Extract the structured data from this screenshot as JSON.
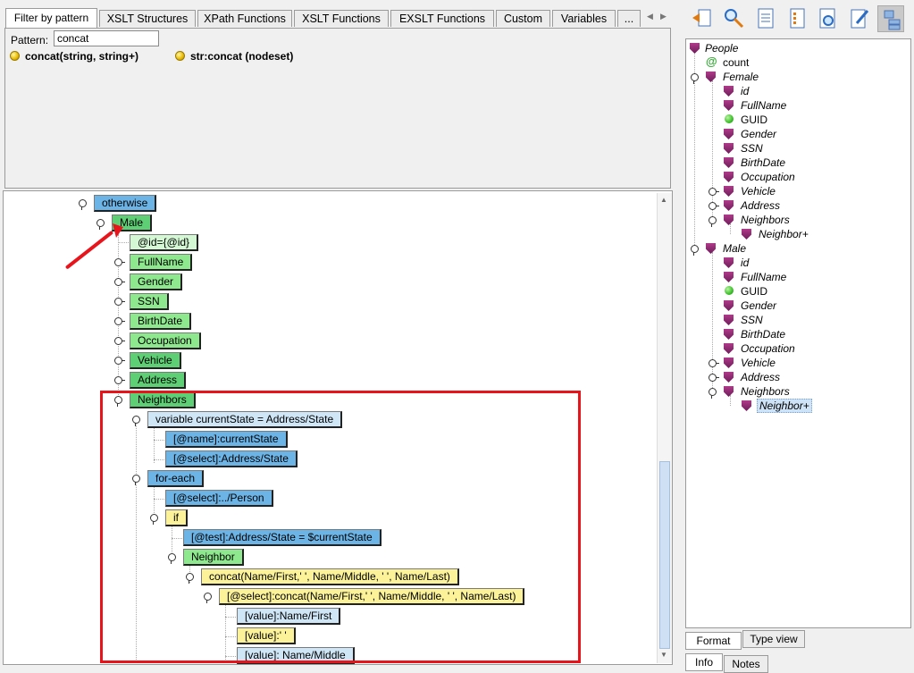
{
  "functions_panel": {
    "tabs": [
      "Filter by pattern",
      "XSLT Structures",
      "XPath Functions",
      "XSLT Functions",
      "EXSLT Functions",
      "Custom",
      "Variables",
      "..."
    ],
    "pattern_label": "Pattern:",
    "pattern_value": "concat",
    "results": [
      "concat(string, string+)",
      "str:concat (nodeset)"
    ]
  },
  "template_tree": {
    "nodes": {
      "otherwise": "otherwise",
      "male": "Male",
      "id_attr": "@id={@id}",
      "fullname": "FullName",
      "gender": "Gender",
      "ssn": "SSN",
      "birthdate": "BirthDate",
      "occupation": "Occupation",
      "vehicle": "Vehicle",
      "address": "Address",
      "neighbors": "Neighbors",
      "variable": "variable currentState = Address/State",
      "var_name": "[@name]:currentState",
      "var_select": "[@select]:Address/State",
      "foreach": "for-each",
      "foreach_select": "[@select]:../Person",
      "if": "if",
      "if_test": "[@test]:Address/State = $currentState",
      "neighbor": "Neighbor",
      "concat": "concat(Name/First,' ', Name/Middle, ' ', Name/Last)",
      "concat_select": "[@select]:concat(Name/First,' ', Name/Middle, ' ', Name/Last)",
      "value1": "[value]:Name/First",
      "value2": "[value]:' '",
      "value3": "[value]: Name/Middle"
    }
  },
  "schema_tree": {
    "people": "People",
    "count": "count",
    "female": "Female",
    "female_children": [
      "id",
      "FullName",
      "GUID",
      "Gender",
      "SSN",
      "BirthDate",
      "Occupation",
      "Vehicle",
      "Address",
      "Neighbors"
    ],
    "female_neighbor": "Neighbor+",
    "male": "Male",
    "male_children": [
      "id",
      "FullName",
      "GUID",
      "Gender",
      "SSN",
      "BirthDate",
      "Occupation",
      "Vehicle",
      "Address",
      "Neighbors"
    ],
    "male_neighbor": "Neighbor+"
  },
  "bottom_tabs": [
    "Format",
    "Type view"
  ],
  "lower_tabs": [
    "Info",
    "Notes"
  ],
  "toolbar_icons": [
    "insert-icon",
    "find-icon",
    "document-icon",
    "list-icon",
    "preview-icon",
    "edit-icon",
    "schema-view-icon"
  ],
  "colors": {
    "highlight": "#e8141c"
  }
}
